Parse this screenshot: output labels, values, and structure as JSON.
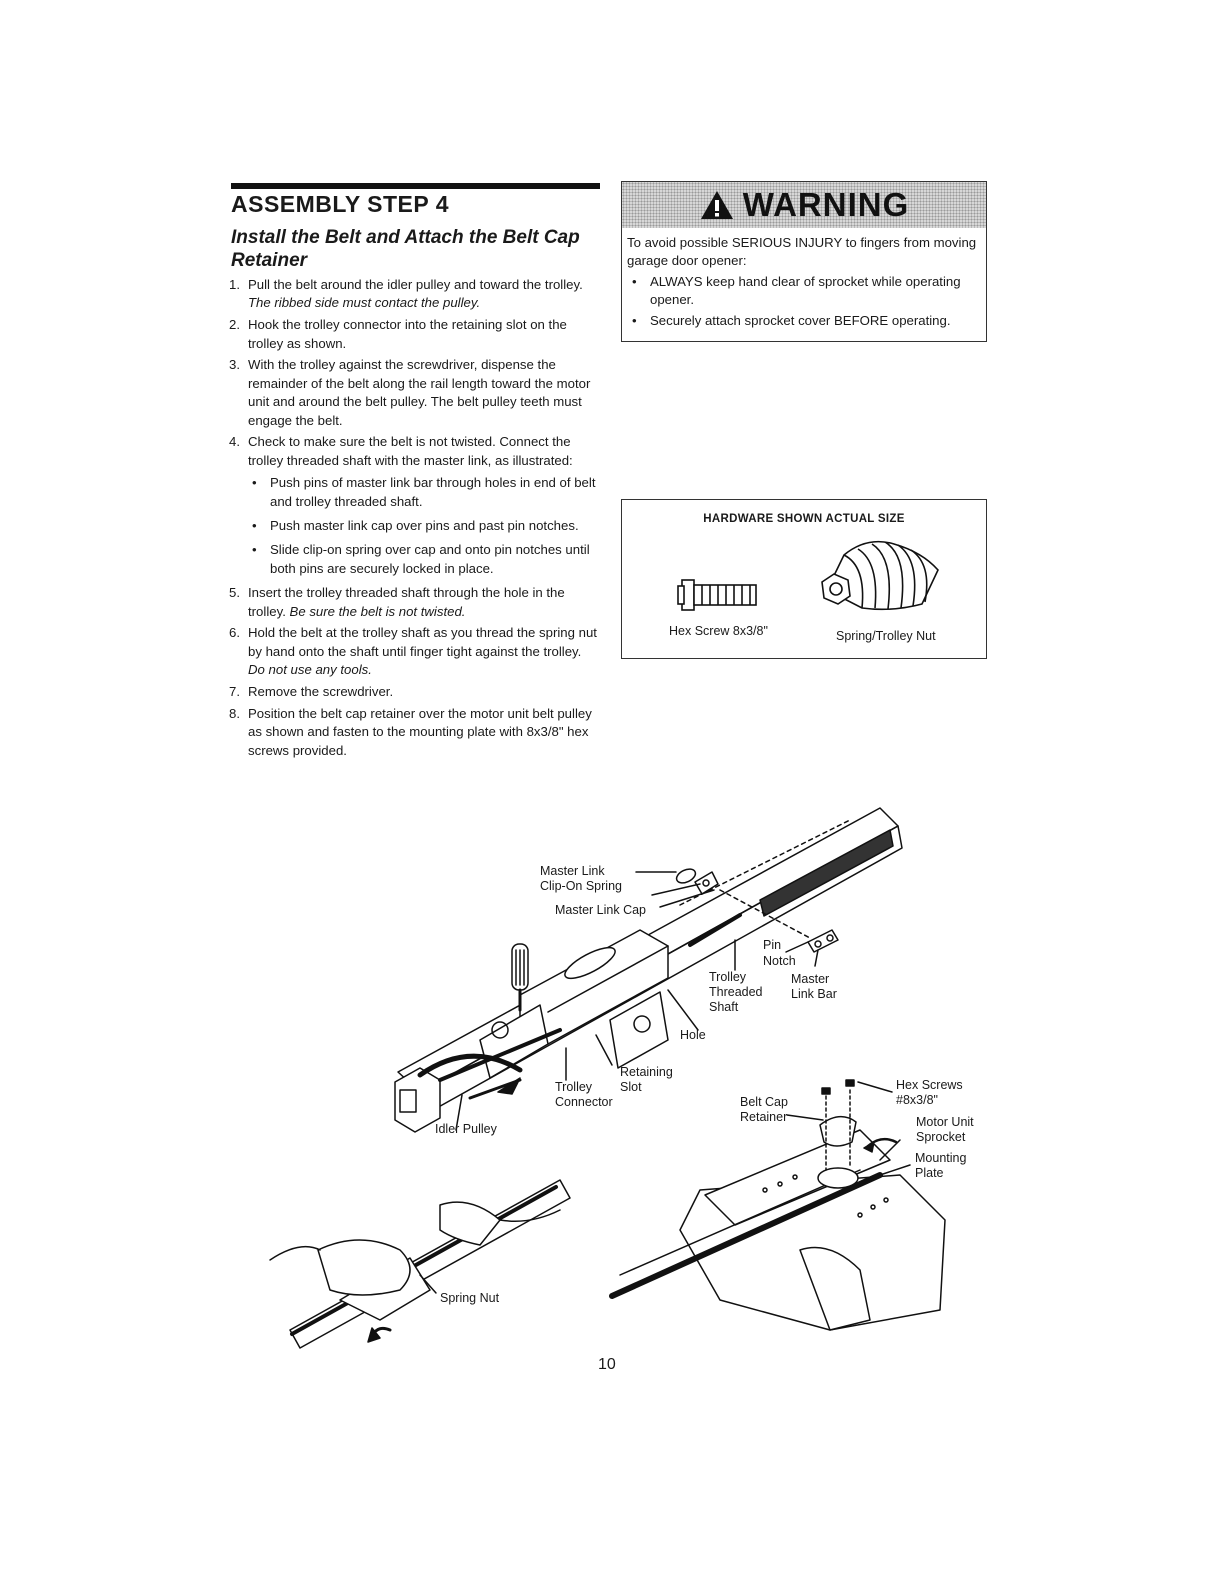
{
  "step": {
    "title": "ASSEMBLY STEP 4",
    "subtitle": "Install the Belt and Attach the Belt Cap Retainer"
  },
  "instructions": [
    {
      "num": "1.",
      "text": "Pull the belt around the idler pulley and toward the trolley. ",
      "emphasis": "The ribbed side must contact the pulley."
    },
    {
      "num": "2.",
      "text": "Hook the trolley connector into the retaining slot on the trolley as shown.",
      "emphasis": ""
    },
    {
      "num": "3.",
      "text": "With the trolley against the screwdriver, dispense the remainder of the belt along the rail length toward the motor unit and around the belt pulley. The belt pulley teeth must engage the belt.",
      "emphasis": ""
    },
    {
      "num": "4.",
      "text": "Check to make sure the belt is not twisted. Connect the trolley threaded shaft with the master link, as illustrated:",
      "emphasis": ""
    },
    {
      "num": "5.",
      "text": "Insert the trolley threaded shaft through the hole in the trolley. ",
      "emphasis": "Be sure the belt is not twisted."
    },
    {
      "num": "6.",
      "text": "Hold the belt at the trolley shaft as you thread the spring nut by hand onto the shaft until finger tight against the trolley. ",
      "emphasis": "Do not use any tools."
    },
    {
      "num": "7.",
      "text": "Remove the screwdriver.",
      "emphasis": ""
    },
    {
      "num": "8.",
      "text": "Position the belt cap retainer over the motor unit belt pulley as shown and fasten to the mounting plate with 8x3/8\" hex screws provided.",
      "emphasis": ""
    }
  ],
  "substeps": [
    "Push pins of master link bar through holes in end of belt and trolley threaded shaft.",
    "Push master link cap over pins and past pin notches.",
    "Slide clip-on spring over cap and onto pin notches until both pins are securely locked in place."
  ],
  "warning": {
    "title": "WARNING",
    "intro": "To avoid possible SERIOUS INJURY to fingers from moving garage door opener:",
    "items": [
      "ALWAYS keep hand clear of sprocket while operating opener.",
      "Securely attach sprocket cover BEFORE operating."
    ]
  },
  "hardware": {
    "title": "HARDWARE SHOWN ACTUAL SIZE",
    "items": [
      "Hex Screw 8x3/8\"",
      "Spring/Trolley Nut"
    ]
  },
  "figure_labels": {
    "master_link_clip": "Master Link\nClip-On Spring",
    "master_link_cap": "Master Link Cap",
    "pin": "Pin",
    "notch": "Notch",
    "trolley_threaded_shaft": "Trolley\nThreaded\nShaft",
    "master_link_bar": "Master\nLink Bar",
    "hole": "Hole",
    "retaining_slot": "Retaining\nSlot",
    "trolley_connector": "Trolley\nConnector",
    "idler_pulley": "Idler Pulley",
    "belt_cap_retainer": "Belt Cap\nRetainer",
    "hex_screws": "Hex Screws\n#8x3/8\"",
    "motor_unit_sprocket": "Motor Unit\nSprocket",
    "mounting_plate": "Mounting\nPlate",
    "spring_nut": "Spring Nut"
  },
  "page_number": "10"
}
